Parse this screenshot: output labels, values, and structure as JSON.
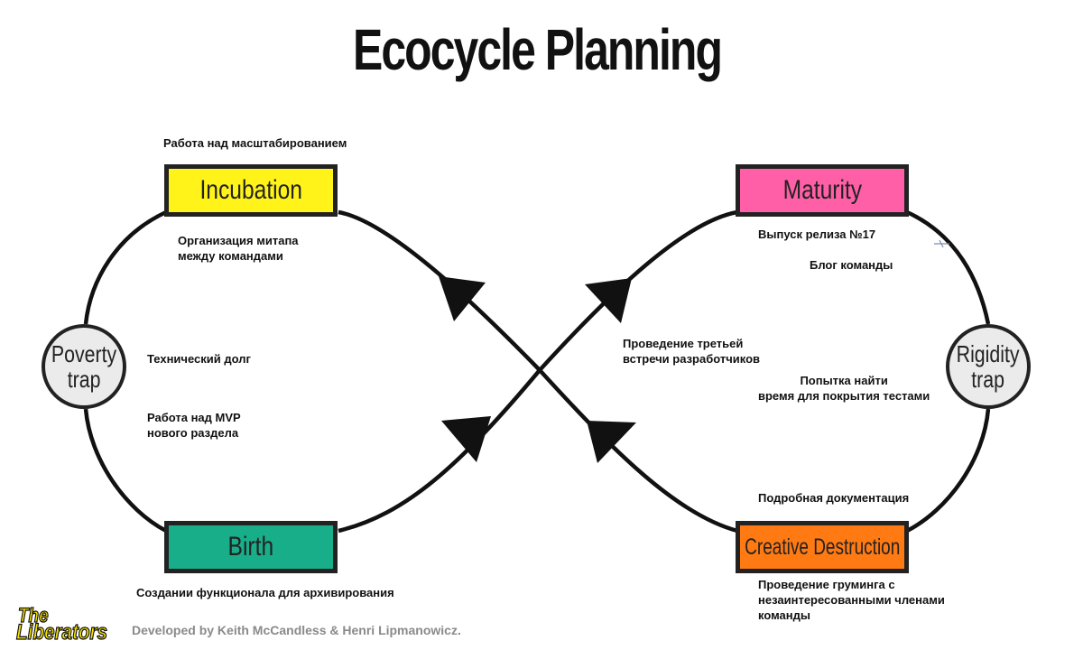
{
  "title": "Ecocycle Planning",
  "stages": {
    "incubation": {
      "label": "Incubation",
      "color": "#fff31a"
    },
    "maturity": {
      "label": "Maturity",
      "color": "#ff5fa7"
    },
    "birth": {
      "label": "Birth",
      "color": "#19ae8a"
    },
    "creative_destruction": {
      "label": "Creative Destruction",
      "color": "#ff7a13"
    }
  },
  "traps": {
    "poverty": "Poverty\ntrap",
    "rigidity": "Rigidity\ntrap"
  },
  "notes": {
    "scaling": "Работа над масштабированием",
    "meetup": "Организация митапа\nмежду командами",
    "tech_debt": "Технический долг",
    "mvp": "Работа над MVP\nнового раздела",
    "archiving": "Создании функционала для архивирования",
    "release": "Выпуск релиза №17",
    "team_blog": "Блог команды",
    "dev_meeting": "Проведение третьей\nвстречи разработчиков",
    "test_coverage": "Попытка найти\nвремя для покрытия тестами",
    "documentation": "Подробная документация",
    "grooming": "Проведение груминга с\nнезаинтересованными членами\nкоманды"
  },
  "logo": {
    "line1": "The",
    "line2": "Liberators"
  },
  "credit": "Developed by Keith McCandless & Henri Lipmanowicz.",
  "colors": {
    "line": "#111111",
    "trap_fill": "#ebebeb"
  }
}
